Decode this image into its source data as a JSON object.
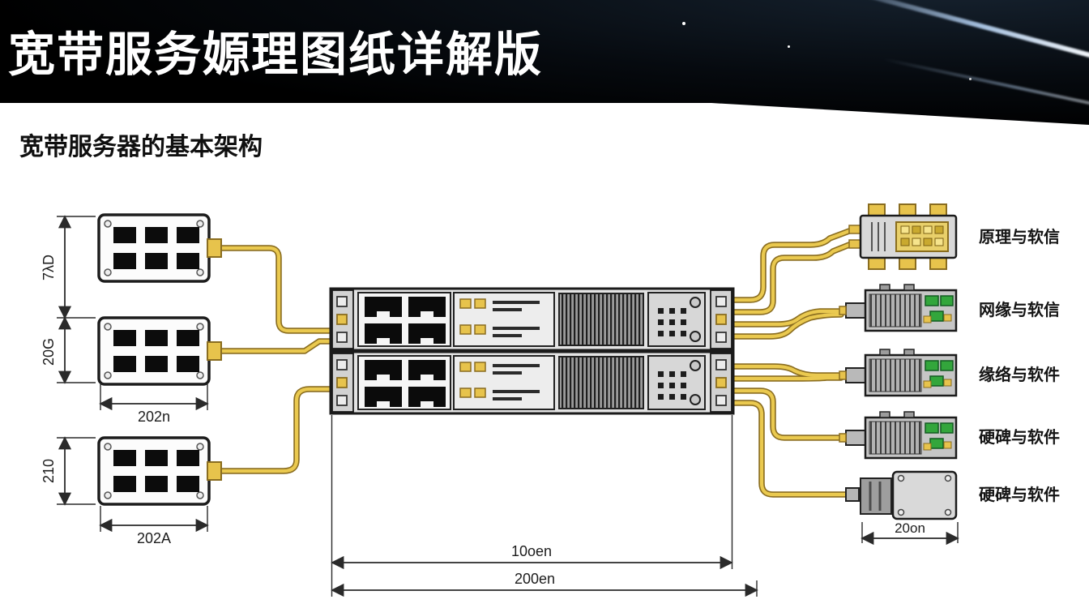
{
  "header": {
    "title": "宽带服务嫄理图纸详解版"
  },
  "body": {
    "section_title": "宽带服务器的基本架构"
  },
  "left_devices": {
    "dim_v1": "7λD",
    "dim_v2": "20G",
    "dim_v3": "210",
    "dim_h2": "202n",
    "dim_h3": "202A"
  },
  "rack": {
    "dim_inner": "10oen",
    "dim_outer": "200en"
  },
  "right_modules": {
    "labels": [
      "原理与软信",
      "网缘与软信",
      "缘络与软件",
      "硬碑与软件",
      "硬碑与软件"
    ],
    "dim": "20on"
  },
  "colors": {
    "cable": "#eac94f",
    "cable_outline": "#8a6d20",
    "accent_yellow": "#e7c34c",
    "pcb_green": "#33a63c",
    "line": "#2a2a2a"
  }
}
